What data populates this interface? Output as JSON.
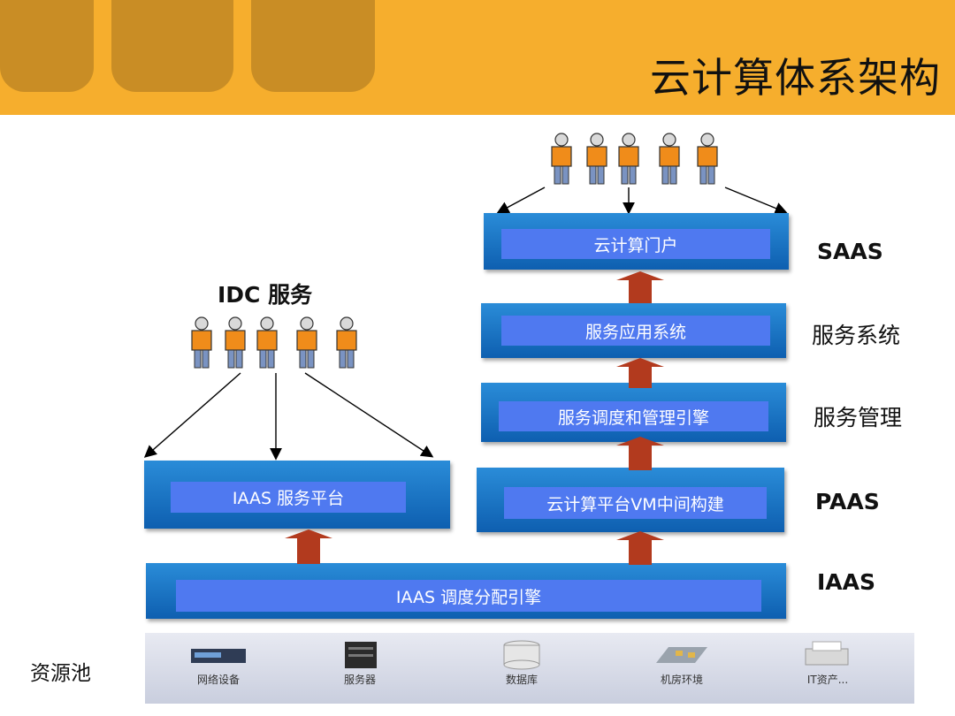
{
  "title": "云计算体系架构",
  "idc_label": "IDC 服务",
  "layers": {
    "saas_box": "云计算门户",
    "service_system_box": "服务应用系统",
    "service_mgmt_box": "服务调度和管理引擎",
    "paas_box": "云计算平台VM中间构建",
    "iaas_platform_box": "IAAS 服务平台",
    "iaas_engine_box": "IAAS 调度分配引擎"
  },
  "side_labels": {
    "saas": "SAAS",
    "service_system": "服务系统",
    "service_mgmt": "服务管理",
    "paas": "PAAS",
    "iaas": "IAAS"
  },
  "resource_pool": {
    "label": "资源池",
    "items": [
      "网络设备",
      "服务器",
      "数据库",
      "机房环境",
      "IT资产..."
    ]
  },
  "colors": {
    "header": "#f6ae2d",
    "tab": "#c98d25",
    "box": "#1a74c4",
    "inner": "#4f79f0",
    "arrow": "#b23a1e"
  }
}
